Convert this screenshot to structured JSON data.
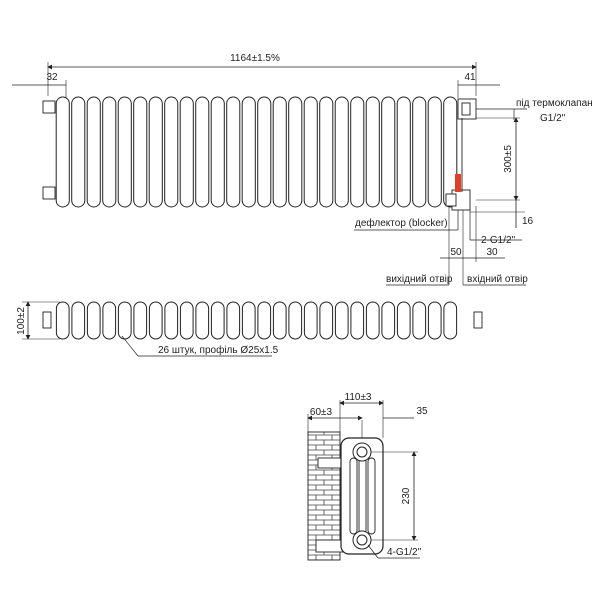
{
  "front_view": {
    "overall_length": "1164±1.5%",
    "left_offset": "32",
    "right_offset": "41",
    "height": "300±5",
    "bottom_offset": "16",
    "label_thermovalve": "під термоклапан",
    "label_thermovalve_thread": "G1/2\"",
    "label_deflector": "дефлектор (blocker)",
    "label_connections": "2-G1/2\"",
    "dim_50": "50",
    "dim_30": "30",
    "label_outlet": "вихідний отвір",
    "label_inlet": "вхідний отвір",
    "section_count": 26,
    "deflector_color": "#e0402a"
  },
  "top_view": {
    "depth": "100±2",
    "label_sections": "26 штук, профіль Ø25x1.5"
  },
  "side_view": {
    "wall_offset": "60±3",
    "width": "110±3",
    "top_offset": "35",
    "axis_distance": "230",
    "label_connections": "4-G1/2\""
  }
}
